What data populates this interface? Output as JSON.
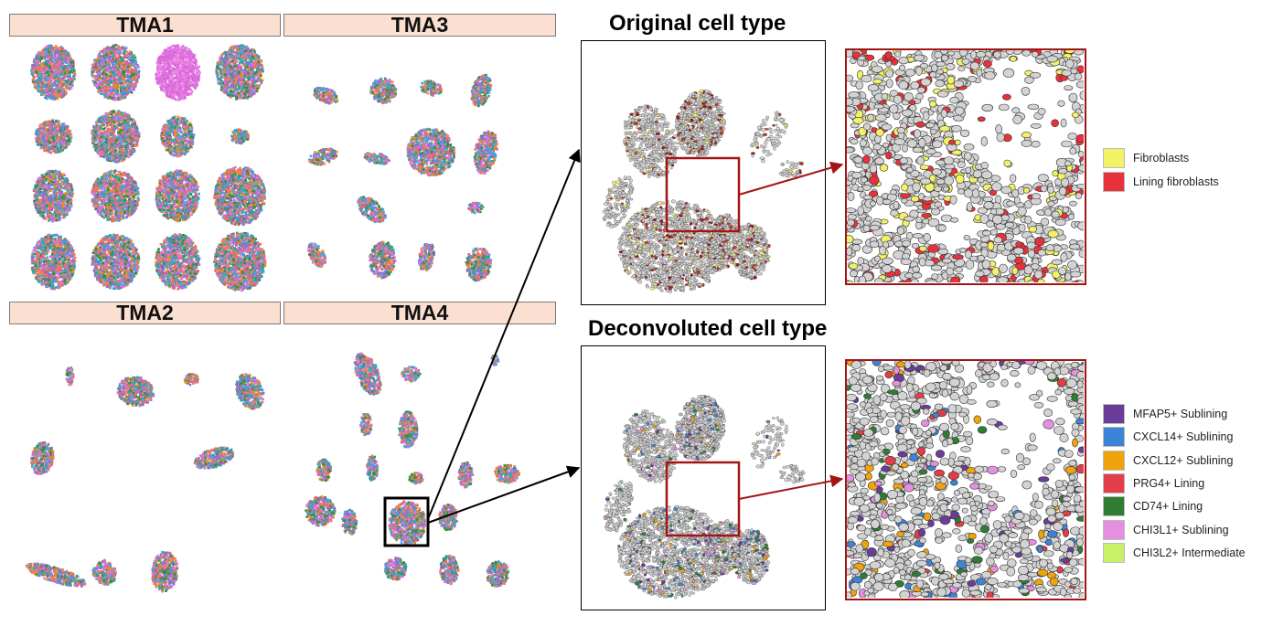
{
  "tma_groups": [
    {
      "label": "TMA1"
    },
    {
      "label": "TMA3"
    },
    {
      "label": "TMA2"
    },
    {
      "label": "TMA4"
    }
  ],
  "panels": {
    "original_title": "Original cell type",
    "deconvoluted_title": "Deconvoluted cell type"
  },
  "legend_original": [
    {
      "label": "Fibroblasts",
      "color": "#f2f266"
    },
    {
      "label": "Lining fibroblasts",
      "color": "#e8313b"
    }
  ],
  "legend_deconvoluted": [
    {
      "label": "MFAP5+ Sublining",
      "color": "#6a3d9a"
    },
    {
      "label": "CXCL14+ Sublining",
      "color": "#3b84d6"
    },
    {
      "label": "CXCL12+ Sublining",
      "color": "#f0a30a"
    },
    {
      "label": "PRG4+ Lining",
      "color": "#e23d48"
    },
    {
      "label": "CD74+ Lining",
      "color": "#2e7d32"
    },
    {
      "label": "CHI3L1+ Sublining",
      "color": "#e58fe0"
    },
    {
      "label": "CHI3L2+ Intermediate",
      "color": "#c8f068"
    }
  ],
  "colors": {
    "tma_palette": [
      "#f26a6a",
      "#2fa7b0",
      "#ef8a2e",
      "#3a8e3a",
      "#4aa3e0",
      "#e070e0",
      "#9a6ad0"
    ],
    "cell_fill": "#d3d3d3",
    "cell_stroke": "#444444",
    "highlight": "#a31515"
  }
}
